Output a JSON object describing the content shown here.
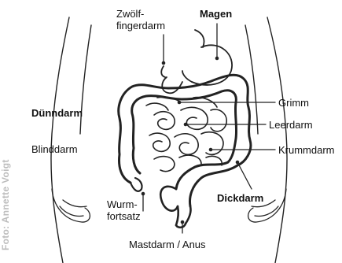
{
  "labels": {
    "zwoelf_line1": "Zwölf-",
    "zwoelf_line2": "fingerdarm",
    "magen": "Magen",
    "duenndarm": "Dünndarm",
    "blinddarm": "Blinddarm",
    "grimm": "Grimm",
    "leerdarm": "Leerdarm",
    "krummdarm": "Krummdarm",
    "dickdarm": "Dickdarm",
    "wurm_line1": "Wurm-",
    "wurm_line2": "fortsatz",
    "mastdarm": "Mastdarm / Anus"
  },
  "credit": "Foto: Annette Voigt",
  "colors": {
    "line": "#222222",
    "text": "#111111",
    "credit": "#bdbdbd",
    "background": "#ffffff"
  }
}
